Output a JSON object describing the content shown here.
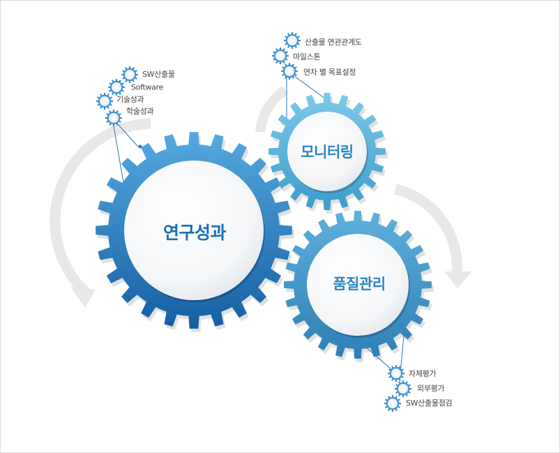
{
  "diagram": {
    "gears": [
      {
        "id": "research",
        "label": "연구성과",
        "sub_items": [
          "SW산출물",
          "Software",
          "기술성과",
          "학술성과"
        ]
      },
      {
        "id": "monitoring",
        "label": "모니터링",
        "sub_items": [
          "산출물 연관관계도",
          "마일스톤",
          "연차 별 목표설정"
        ]
      },
      {
        "id": "quality",
        "label": "품질관리",
        "sub_items": [
          "자체평가",
          "외부평가",
          "SW산출물점검"
        ]
      }
    ],
    "colors": {
      "research_gear": "#1e78bd",
      "research_gear_light": "#4aa0da",
      "monitoring_gear": "#5bb6dd",
      "quality_gear": "#3d97c8",
      "small_gear": "#3a8fd0",
      "arrow": "#e8e8e8",
      "connector": "#2a76b8"
    }
  }
}
